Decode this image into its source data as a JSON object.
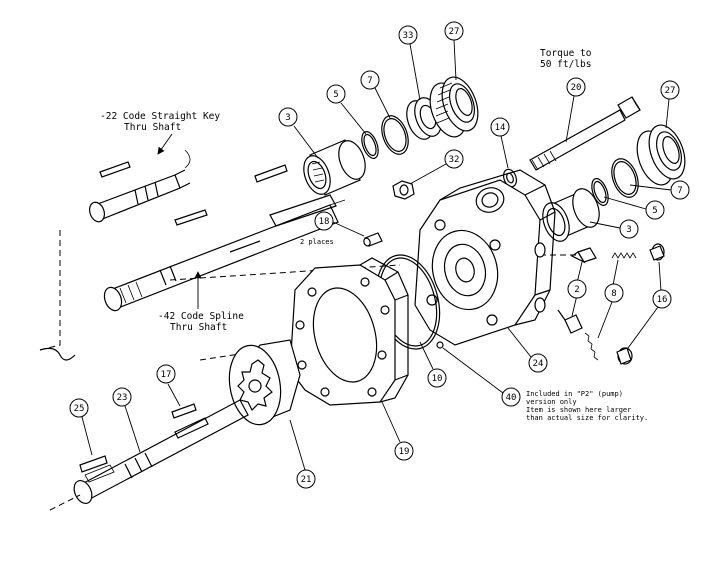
{
  "labels": {
    "torque_line1": "Torque to",
    "torque_line2": "50 ft/lbs",
    "key_shaft_line1": "-22 Code Straight Key",
    "key_shaft_line2": "Thru Shaft",
    "spline_shaft_line1": "-42 Code Spline",
    "spline_shaft_line2": "Thru Shaft",
    "two_places": "2 places",
    "note_line1": "Included in \"P2\" (pump)",
    "note_line2": "version only",
    "note_line3": "Item is shown here larger",
    "note_line4": "than actual size for clarity."
  },
  "callouts": [
    {
      "id": "c3a",
      "num": "3"
    },
    {
      "id": "c5a",
      "num": "5"
    },
    {
      "id": "c7a",
      "num": "7"
    },
    {
      "id": "c33",
      "num": "33"
    },
    {
      "id": "c27a",
      "num": "27"
    },
    {
      "id": "c20",
      "num": "20"
    },
    {
      "id": "c27b",
      "num": "27"
    },
    {
      "id": "c14",
      "num": "14"
    },
    {
      "id": "c32",
      "num": "32"
    },
    {
      "id": "c18",
      "num": "18"
    },
    {
      "id": "c7b",
      "num": "7"
    },
    {
      "id": "c5b",
      "num": "5"
    },
    {
      "id": "c3b",
      "num": "3"
    },
    {
      "id": "c2",
      "num": "2"
    },
    {
      "id": "c8",
      "num": "8"
    },
    {
      "id": "c16",
      "num": "16"
    },
    {
      "id": "c24",
      "num": "24"
    },
    {
      "id": "c40",
      "num": "40"
    },
    {
      "id": "c10",
      "num": "10"
    },
    {
      "id": "c19",
      "num": "19"
    },
    {
      "id": "c17",
      "num": "17"
    },
    {
      "id": "c21",
      "num": "21"
    },
    {
      "id": "c25",
      "num": "25"
    },
    {
      "id": "c23",
      "num": "23"
    }
  ]
}
